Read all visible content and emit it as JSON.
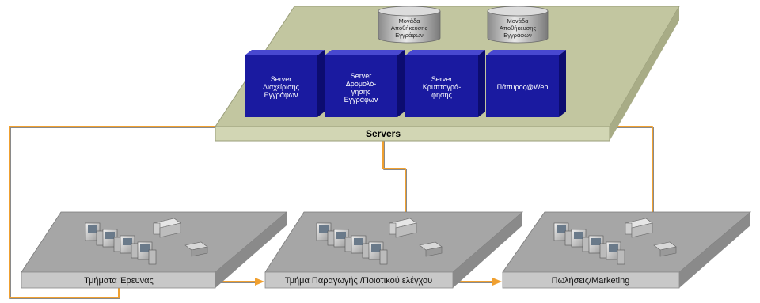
{
  "servers_panel": {
    "label": "Servers",
    "storage": [
      {
        "lines": [
          "Μονάδα",
          "Αποθήκευσης",
          "Εγγράφων"
        ]
      },
      {
        "lines": [
          "Μονάδα",
          "Αποθήκευσης",
          "Εγγράφων"
        ]
      }
    ],
    "servers": [
      {
        "lines": [
          "Server",
          "Διαχείρισης",
          "Εγγράφων"
        ]
      },
      {
        "lines": [
          "Server",
          "Δρομολό-",
          "γησης",
          "Εγγράφων"
        ]
      },
      {
        "lines": [
          "Server",
          "Κρυπτογρά-",
          "φησης"
        ]
      },
      {
        "lines": [
          "Πάπυρος@Web"
        ]
      }
    ]
  },
  "departments": [
    {
      "label": "Τμήματα Έρευνας"
    },
    {
      "label": "Τμήμα Παραγωγής /Ποιοτικού ελέγχου"
    },
    {
      "label": "Πωλήσεις/Marketing"
    }
  ],
  "colors": {
    "panel_top": "#c2c6a0",
    "panel_front": "#d2d6b4",
    "server_front": "#1a1aa0",
    "server_top": "#4848d0",
    "server_side": "#0c0c70",
    "floor_top": "#a6a6a6",
    "floor_front": "#c8c8c8",
    "connector": "#f0a030"
  }
}
